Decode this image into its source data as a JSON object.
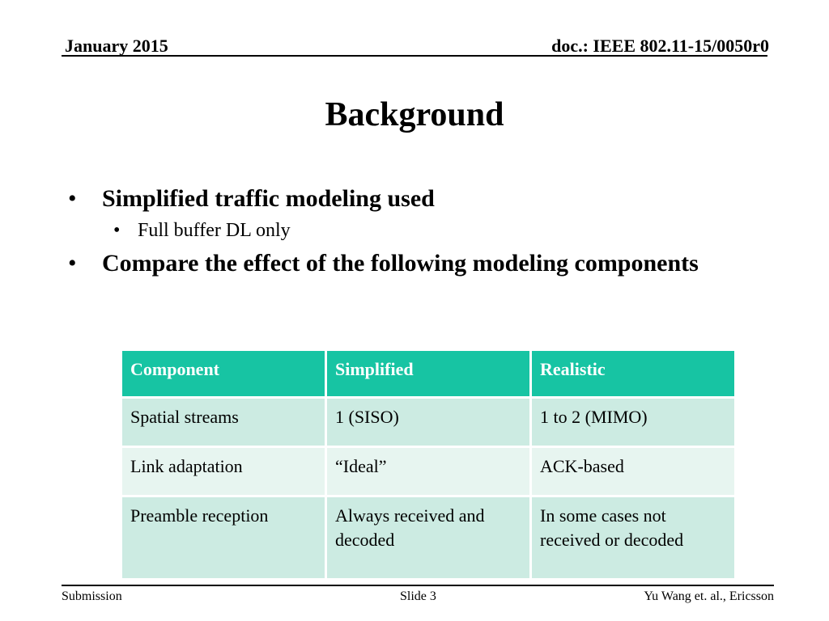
{
  "header": {
    "date": "January 2015",
    "doc": "doc.: IEEE 802.11-15/0050r0"
  },
  "slide": {
    "title": "Background",
    "bullet1": "Simplified traffic modeling used",
    "bullet1_sub": "Full buffer DL only",
    "bullet2": "Compare the effect of the following modeling components",
    "bullet_char": "•"
  },
  "table": {
    "headers": [
      "Component",
      "Simplified",
      "Realistic"
    ],
    "rows": [
      [
        "Spatial streams",
        "1 (SISO)",
        "1 to 2 (MIMO)"
      ],
      [
        "Link adaptation",
        "“Ideal”",
        "ACK-based"
      ],
      [
        "Preamble reception",
        "Always received and decoded",
        "In some cases not received or decoded"
      ]
    ]
  },
  "footer": {
    "left": "Submission",
    "center": "Slide 3",
    "right": "Yu Wang et. al., Ericsson"
  },
  "colors": {
    "table_header": "#17c4a3",
    "row_dark": "#ccebe2",
    "row_light": "#e7f5f0"
  }
}
